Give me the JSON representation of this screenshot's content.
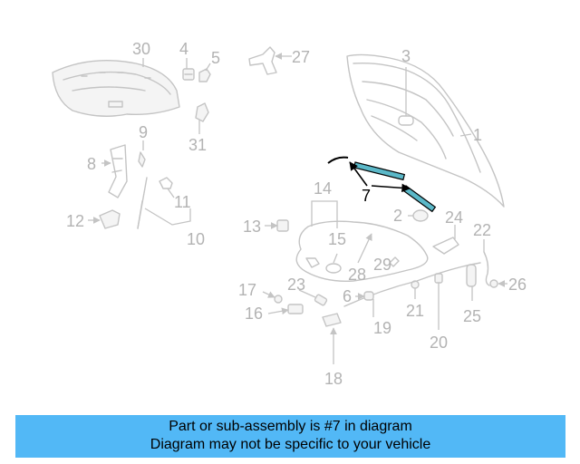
{
  "diagram": {
    "highlighted_part": "7",
    "colors": {
      "highlight": "#5bb8c8",
      "banner": "#52b8f6",
      "faded": "#b3b3b3"
    },
    "callouts": [
      "1",
      "2",
      "3",
      "4",
      "5",
      "6",
      "7",
      "8",
      "9",
      "10",
      "11",
      "12",
      "13",
      "14",
      "15",
      "16",
      "17",
      "18",
      "19",
      "20",
      "21",
      "22",
      "23",
      "24",
      "25",
      "26",
      "27",
      "28",
      "29",
      "30",
      "31"
    ]
  },
  "banner": {
    "line1": "Part or sub-assembly is #7 in diagram",
    "line2": "Diagram may not be specific to your vehicle"
  }
}
